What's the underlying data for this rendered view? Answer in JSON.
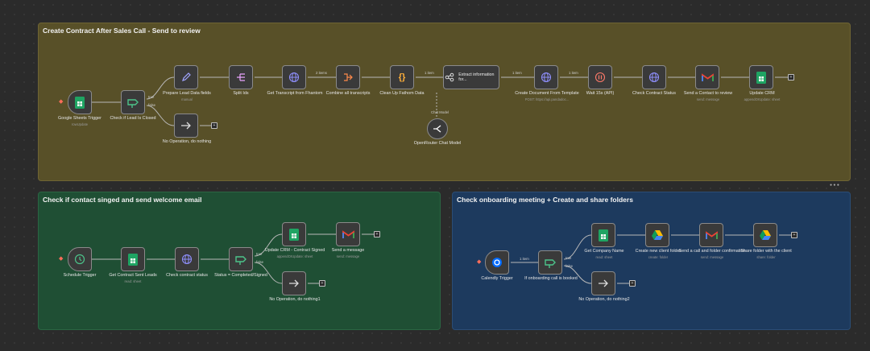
{
  "notes": [
    {
      "title": "Create Contract After Sales Call - Send to review"
    },
    {
      "title": "Check if contact singed and send welcome email"
    },
    {
      "title": "Check onboarding meeting + Create and share folders"
    }
  ],
  "nodes": {
    "gs_trigger": {
      "label": "Google Sheets Trigger",
      "sub": "rowUpdate",
      "icon": "google-sheets-icon"
    },
    "check_lead": {
      "label": "Check if Lead Is Closed",
      "sub": "",
      "icon": "if-icon"
    },
    "prepare_lead": {
      "label": "Prepare Lead Data fields",
      "sub": "manual",
      "icon": "pencil-icon"
    },
    "split_ids": {
      "label": "Split Ids",
      "sub": "",
      "icon": "split-icon"
    },
    "get_transcript": {
      "label": "Get Transcript from Fhantom",
      "sub": "",
      "icon": "globe-icon"
    },
    "combine_transcripts": {
      "label": "Combine all transcripts",
      "sub": "",
      "icon": "merge-icon"
    },
    "clean_up": {
      "label": "Clean Up Fathom Data",
      "sub": "",
      "icon": "code-braces-icon"
    },
    "extract_info": {
      "label": "Extract information for...",
      "sub": "",
      "icon": "agent-icon"
    },
    "create_doc": {
      "label": "Create Document From Template",
      "sub": "POST: https://api.pandadoc...",
      "icon": "globe-icon"
    },
    "wait_15s": {
      "label": "Wait 15s (API)",
      "sub": "",
      "icon": "pause-icon"
    },
    "check_contract": {
      "label": "Check Contract Status",
      "sub": "",
      "icon": "globe-icon"
    },
    "send_contract": {
      "label": "Send a Contact to review",
      "sub": "send: message",
      "icon": "gmail-icon"
    },
    "update_crm": {
      "label": "Update CRM",
      "sub": "appendOrUpdate: sheet",
      "icon": "google-sheets-icon"
    },
    "no_op1": {
      "label": "No Operation, do nothing",
      "sub": "",
      "icon": "arrow-right-icon"
    },
    "openrouter": {
      "label": "OpenRouter Chat Model",
      "sub": "",
      "icon": "openrouter-icon"
    },
    "schedule": {
      "label": "Schedule Trigger",
      "sub": "",
      "icon": "clock-icon"
    },
    "get_sent_leads": {
      "label": "Get Contract Sent Leads",
      "sub": "read: sheet",
      "icon": "google-sheets-icon"
    },
    "check_status2": {
      "label": "Check contract status",
      "sub": "",
      "icon": "globe-icon"
    },
    "status_if": {
      "label": "Status = Completed/Signed",
      "sub": "",
      "icon": "if-icon"
    },
    "update_crm2": {
      "label": "Update CRM - Contract Signed",
      "sub": "appendOrUpdate: sheet",
      "icon": "google-sheets-icon"
    },
    "send_message": {
      "label": "Send a message",
      "sub": "send: message",
      "icon": "gmail-icon"
    },
    "no_op2": {
      "label": "No Operation, do nothing1",
      "sub": "",
      "icon": "arrow-right-icon"
    },
    "calendly": {
      "label": "Calendly Trigger",
      "sub": "",
      "icon": "calendly-icon"
    },
    "onboarding_if": {
      "label": "If onboarding call is booked",
      "sub": "",
      "icon": "if-icon"
    },
    "get_company": {
      "label": "Get Company Name",
      "sub": "read: sheet",
      "icon": "google-sheets-icon"
    },
    "create_folder": {
      "label": "Create new client folder",
      "sub": "create: folder",
      "icon": "google-drive-icon"
    },
    "send_call": {
      "label": "Send a call and folder confirmation",
      "sub": "send: message",
      "icon": "gmail-icon"
    },
    "share_folder": {
      "label": "Share folder with the client",
      "sub": "share: folder",
      "icon": "google-drive-icon"
    },
    "no_op3": {
      "label": "No Operation, do nothing2",
      "sub": "",
      "icon": "arrow-right-icon"
    }
  },
  "edge_labels": {
    "e_items2": "2 items",
    "e_item_extract": "1 item",
    "e_item_doc": "1 item",
    "e_item_wait": "1 item",
    "e_item_calendly": "1 item"
  },
  "branches": {
    "true": "true",
    "false": "false"
  },
  "sub_label": "Chat Model",
  "colors": {
    "note_yellow": "#585028",
    "note_green": "#1f4f34",
    "note_blue": "#1d3a5e",
    "accent": "#ff6d5a"
  }
}
